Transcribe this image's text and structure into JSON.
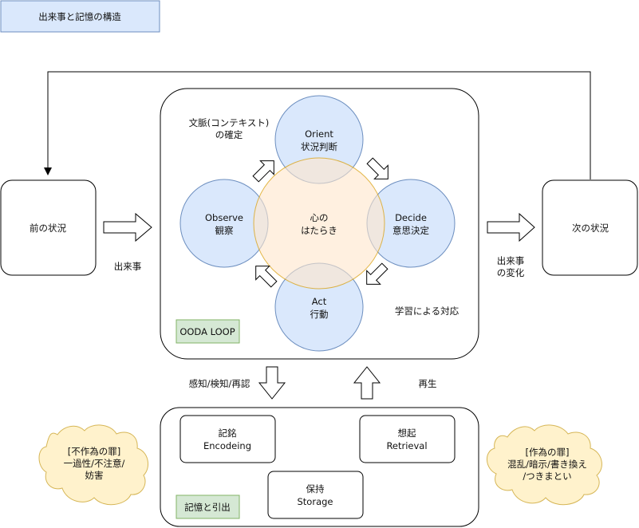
{
  "title": "出来事と記憶の構造",
  "previous_state": "前の状況",
  "next_state": "次の状況",
  "event_label": "出来事",
  "change_label": [
    "出来事",
    "の変化"
  ],
  "context_label": [
    "文脈(コンテキスト)",
    "の確定"
  ],
  "learning_label": "学習による対応",
  "ooda": {
    "badge": "OODA LOOP",
    "center": [
      "心の",
      "はたらき"
    ],
    "orient": [
      "Orient",
      "状況判断"
    ],
    "decide": [
      "Decide",
      "意思決定"
    ],
    "act": [
      "Act",
      "行動"
    ],
    "observe": [
      "Observe",
      "観察"
    ]
  },
  "perception_label": "感知/検知/再認",
  "replay_label": "再生",
  "memory": {
    "badge": "記憶と引出",
    "encoding": [
      "記銘",
      "Encodeing"
    ],
    "retrieval": [
      "想起",
      "Retrieval"
    ],
    "storage": [
      "保持",
      "Storage"
    ]
  },
  "omission_cloud": [
    "[不作為の罪]",
    "一過性/不注意/",
    "妨害"
  ],
  "commission_cloud": [
    "[作為の罪]",
    "混乱/暗示/書き換え",
    "/つきまとい"
  ],
  "colors": {
    "blue_fill": "#dae8fc",
    "blue_stroke": "#6c8ebf",
    "orange_fill": "#ffe6cc",
    "orange_stroke": "#d79b00",
    "green_fill": "#d5e8d4",
    "green_stroke": "#82b366",
    "yellow_fill": "#fff2cc",
    "yellow_stroke": "#d6b656"
  }
}
